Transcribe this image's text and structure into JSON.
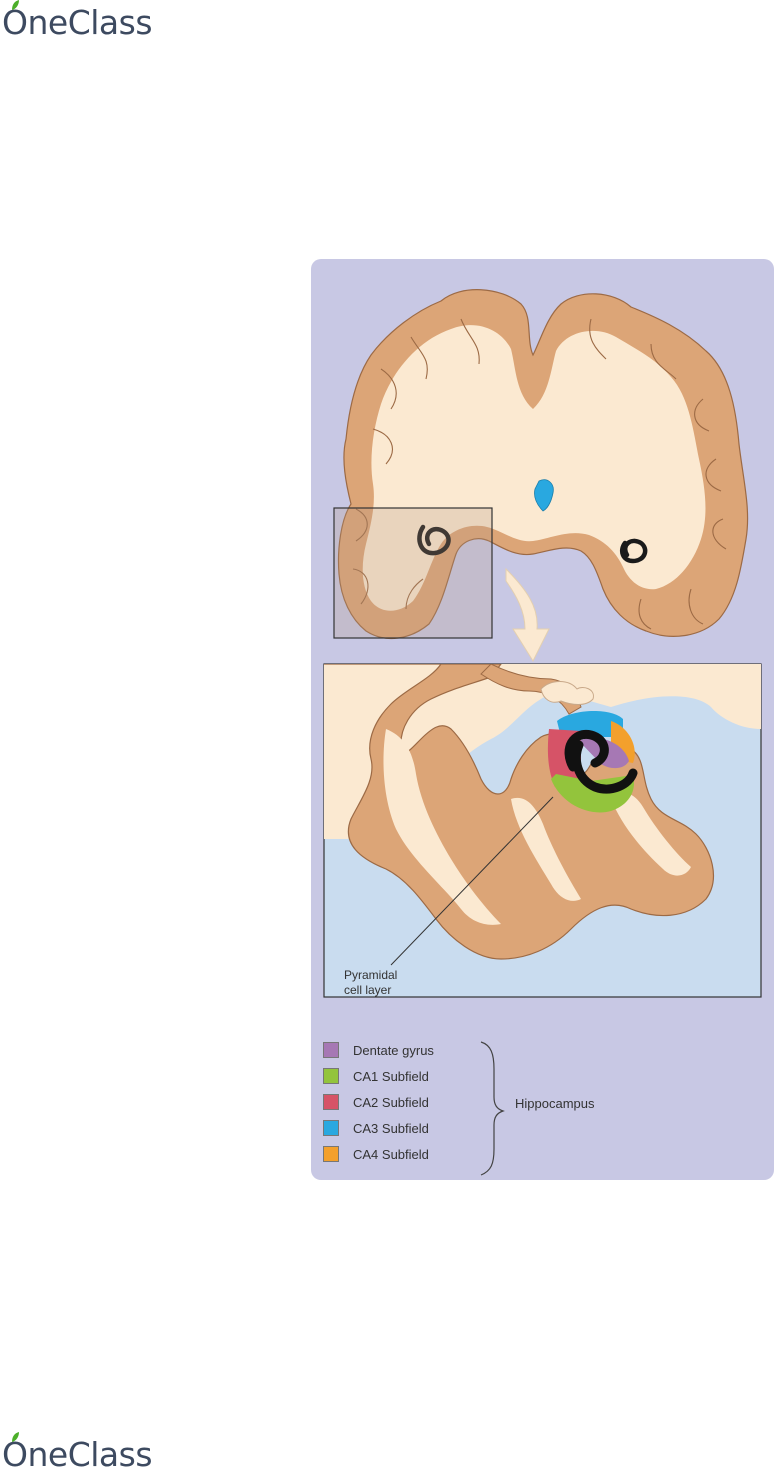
{
  "branding": {
    "logo_text_top": "OneClass",
    "logo_text_bottom": "OneClass",
    "leaf_color": "#4caf2a",
    "text_color": "#3d4a60"
  },
  "figure": {
    "panel_color": "#c8c8e4",
    "brain_tissue_color": "#dca577",
    "white_matter_color": "#fbe9d1",
    "ventricle_color": "#29a8e0",
    "zoom_background_color": "#c9dcef",
    "callout_label_line1": "Pyramidal",
    "callout_label_line2": "cell layer"
  },
  "legend": {
    "items": [
      {
        "label": "Dentate gyrus",
        "color": "#a678b4"
      },
      {
        "label": "CA1 Subfield",
        "color": "#93c43c"
      },
      {
        "label": "CA2 Subfield",
        "color": "#d65367"
      },
      {
        "label": "CA3 Subfield",
        "color": "#29a8e0"
      },
      {
        "label": "CA4 Subfield",
        "color": "#f3a02c"
      }
    ],
    "group_label": "Hippocampus"
  }
}
